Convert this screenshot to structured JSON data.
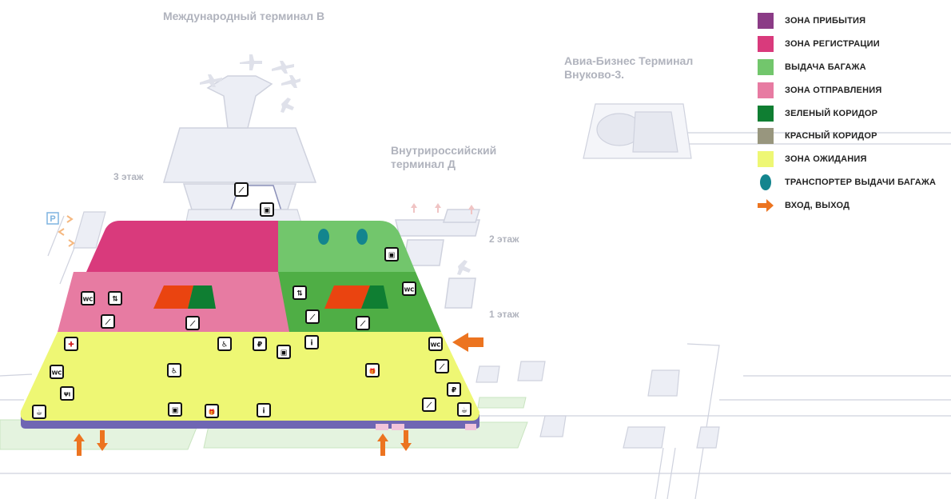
{
  "places": {
    "terminal_b": "Международный терминал В",
    "business_terminal": "Авиа-Бизнес Терминал\nВнуково-3.",
    "terminal_d": "Внутрироссийский\nтерминал Д"
  },
  "floors": {
    "floor3": "3 этаж",
    "floor2": "2 этаж",
    "floor1": "1 этаж"
  },
  "legend": [
    {
      "id": "arrival",
      "label": "ЗОНА ПРИБЫТИЯ",
      "color": "#8b3b86",
      "shape": "square"
    },
    {
      "id": "checkin",
      "label": "ЗОНА РЕГИСТРАЦИИ",
      "color": "#d93a7c",
      "shape": "square"
    },
    {
      "id": "baggage",
      "label": "ВЫДАЧА БАГАЖА",
      "color": "#72c66c",
      "shape": "square"
    },
    {
      "id": "departure",
      "label": "ЗОНА ОТПРАВЛЕНИЯ",
      "color": "#e77ba2",
      "shape": "square"
    },
    {
      "id": "green",
      "label": "ЗЕЛЕНЫЙ КОРИДОР",
      "color": "#0f7e32",
      "shape": "square"
    },
    {
      "id": "red",
      "label": "КРАСНЫЙ КОРИДОР",
      "color": "#98967e",
      "shape": "square"
    },
    {
      "id": "waiting",
      "label": "ЗОНА ОЖИДАНИЯ",
      "color": "#eef774",
      "shape": "square"
    },
    {
      "id": "carousel",
      "label": "ТРАНСПОРТЕР ВЫДАЧИ БАГАЖА",
      "color": "#13858e",
      "shape": "oval"
    },
    {
      "id": "entrance",
      "label": "ВХОД, ВЫХОД",
      "color": "#ec7420",
      "shape": "arrow"
    }
  ],
  "zone_colors": {
    "checkin": "#d93a7c",
    "baggage": "#72c66c",
    "baggage_lower": "#4fae45",
    "departure": "#e77ba2",
    "waiting": "#eef774",
    "base": "#6f66b3",
    "corridor_red": "#ea4410",
    "corridor_green": "#0f7e32",
    "carousel": "#13858e",
    "arrow": "#ec7420",
    "background_lines": "#cfd2de",
    "background_fill": "#eceef5"
  },
  "icons": [
    {
      "name": "escalator-icon",
      "glyph": "⟋"
    },
    {
      "name": "elevator-icon",
      "glyph": "⇅"
    },
    {
      "name": "wc-icon",
      "glyph": "WC"
    },
    {
      "name": "baggage-storage-icon",
      "glyph": "▣"
    },
    {
      "name": "first-aid-icon",
      "glyph": "✚"
    },
    {
      "name": "restaurant-icon",
      "glyph": "ΨΙ"
    },
    {
      "name": "cafe-icon",
      "glyph": "☕"
    },
    {
      "name": "info-icon",
      "glyph": "i"
    },
    {
      "name": "gift-shop-icon",
      "glyph": "🎁"
    },
    {
      "name": "atm-icon",
      "glyph": "₽"
    },
    {
      "name": "mother-child-icon",
      "glyph": "♿"
    }
  ]
}
